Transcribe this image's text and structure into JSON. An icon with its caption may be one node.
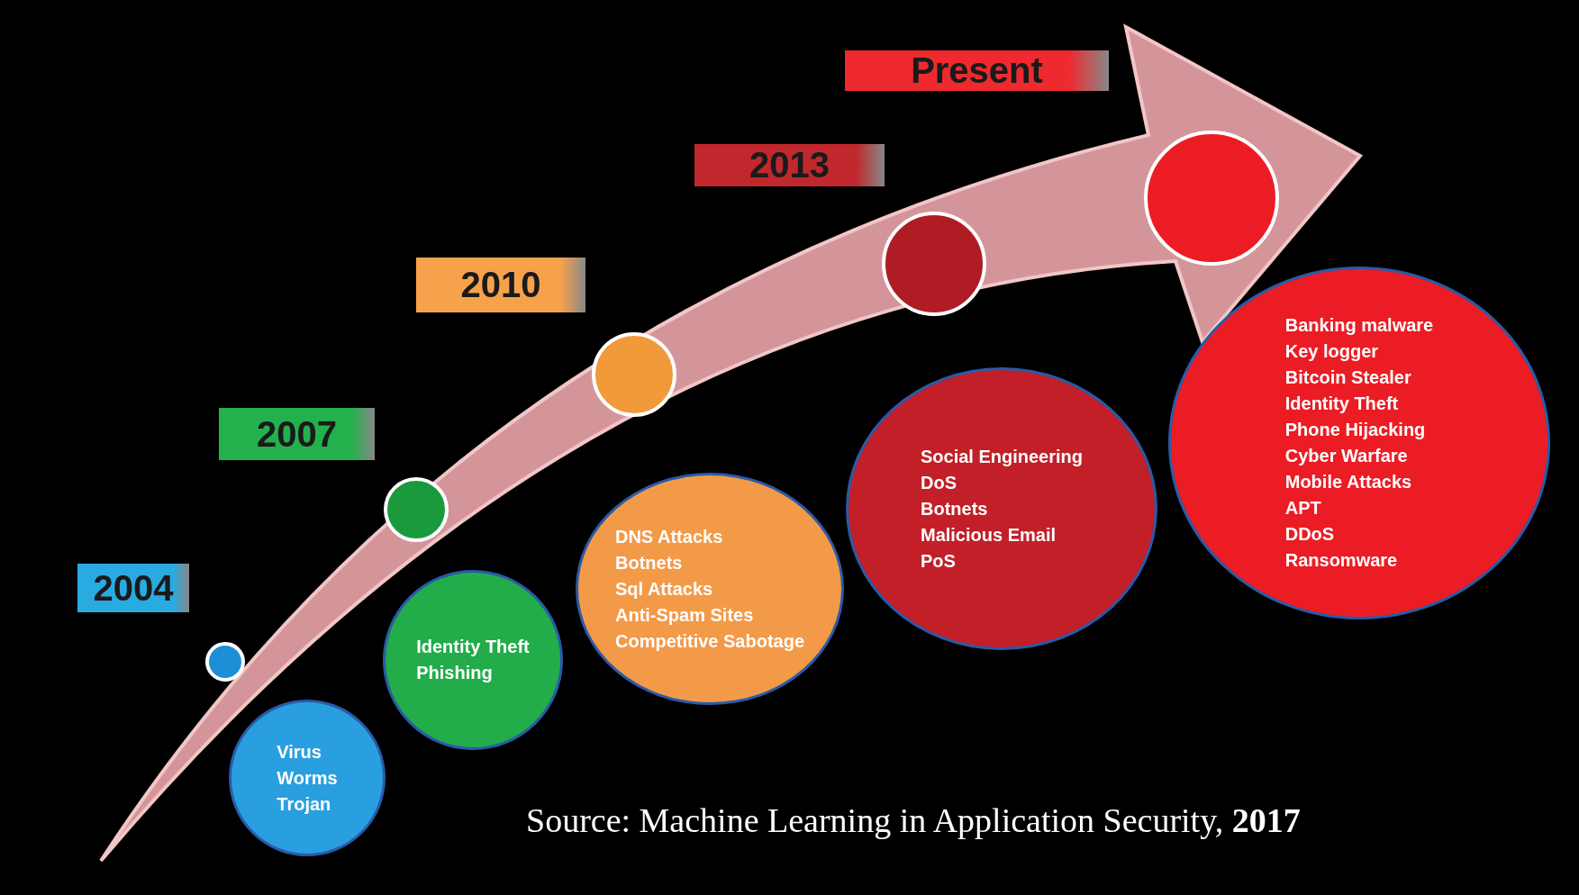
{
  "diagram": {
    "caption": "Source: Machine Learning in Application Security, **2017**",
    "nodes": [
      {
        "text": [
          "2004"
        ]
      },
      {
        "text": [],
        "shape": "circle"
      },
      {
        "text": [
          "Virus",
          "Worms",
          "Trojan"
        ]
      },
      {
        "text": [
          "2007"
        ]
      },
      {
        "text": [],
        "shape": "circle"
      },
      {
        "text": [
          "Identity Theft",
          "Phishing"
        ]
      },
      {
        "text": [
          "2010"
        ]
      },
      {
        "text": [],
        "shape": "circle"
      },
      {
        "text": [
          "DNS Attacks",
          "Botnets",
          "Sql Attacks",
          "Anti-Spam Sites",
          "Competitive Sabotage"
        ]
      },
      {
        "text": [
          "2013"
        ]
      },
      {
        "text": [],
        "shape": "circle"
      },
      {
        "text": [
          "Social Engineering",
          "DoS",
          "Botnets",
          "Malicious Email",
          "PoS"
        ]
      },
      {
        "text": [
          "Present"
        ]
      },
      {
        "text": [],
        "shape": "circle"
      },
      {
        "text": [
          "Banking malware",
          "Key logger",
          "Bitcoin Stealer",
          "Identity Theft",
          "Phone Hijacking",
          "Cyber Warfare",
          "Mobile Attacks",
          "APT",
          "DDoS",
          "Ransomware"
        ]
      }
    ],
    "edges": []
  }
}
